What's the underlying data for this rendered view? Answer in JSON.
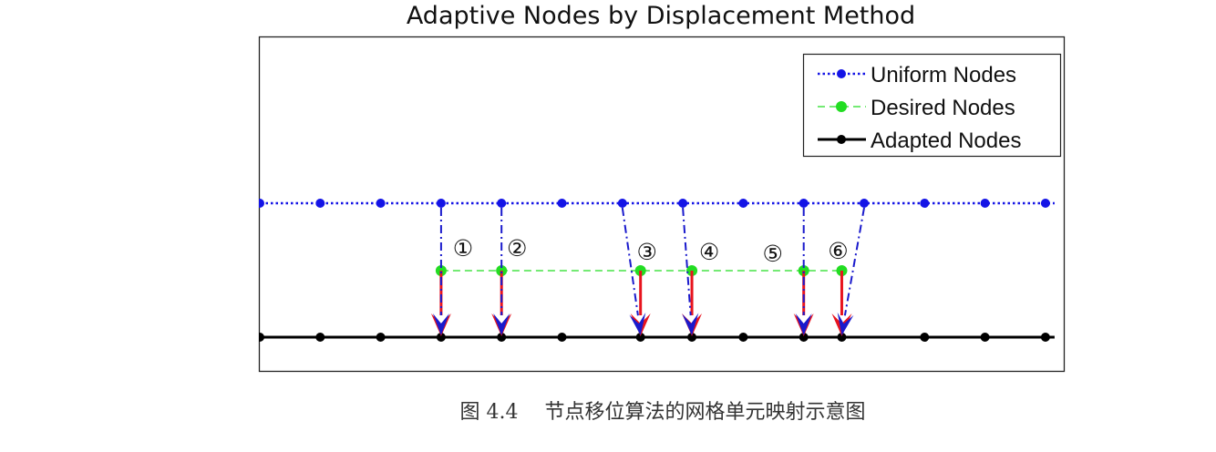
{
  "chart_data": {
    "type": "scatter",
    "title": "Adaptive Nodes by Displacement Method",
    "xlabel": "",
    "ylabel": "",
    "axes_ticks": false,
    "grid": false,
    "legend_position": "top-right",
    "series": [
      {
        "name": "Uniform Nodes",
        "style": "dotted",
        "color": "#1414e6",
        "level": 3,
        "x": [
          0,
          1,
          2,
          3,
          4,
          5,
          6,
          7,
          8,
          9,
          10,
          11,
          12,
          13
        ]
      },
      {
        "name": "Desired Nodes",
        "style": "dashed",
        "color": "#22dd22",
        "level": 2,
        "x": [
          3,
          4,
          6.3,
          7.15,
          9,
          9.63
        ]
      },
      {
        "name": "Adapted Nodes",
        "style": "solid",
        "color": "#000000",
        "level": 1,
        "x": [
          0,
          1,
          2,
          3,
          4,
          5,
          6.3,
          7.15,
          8,
          9,
          9.63,
          11,
          12,
          13
        ]
      }
    ],
    "displacements": [
      {
        "label": "①",
        "from_uniform": 3,
        "desired": 3
      },
      {
        "label": "②",
        "from_uniform": 4,
        "desired": 4
      },
      {
        "label": "③",
        "from_uniform": 6,
        "desired": 6.3
      },
      {
        "label": "④",
        "from_uniform": 7,
        "desired": 7.15
      },
      {
        "label": "⑤",
        "from_uniform": 9,
        "desired": 9
      },
      {
        "label": "⑥",
        "from_uniform": 10,
        "desired": 9.63
      }
    ],
    "colors": {
      "uniform": "#1414e6",
      "desired": "#22dd22",
      "adapted": "#000000",
      "vertical_arrow": "#e8141e",
      "mapping_arrow": "#1a1acc"
    }
  },
  "caption": "图 4.4　 节点移位算法的网格单元映射示意图"
}
